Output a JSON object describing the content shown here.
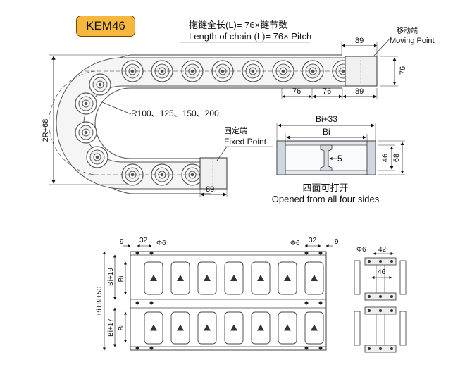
{
  "model": "KEM46",
  "formula_cn": "拖链全长(L)= 76×链节数",
  "formula_en": "Length of chain (L)= 76× Pitch",
  "moving_cn": "移动端",
  "moving_en": "Moving Point",
  "fixed_cn": "固定端",
  "fixed_en": "Fixed Point",
  "radius_label": "R100、125、150、200",
  "height_2r": "2R+68",
  "pitch": "76",
  "end_len": "89",
  "end_height": "76",
  "section": {
    "width_outer": "Bi+33",
    "width_inner": "Bi",
    "gap": "5",
    "inner_h": "46",
    "outer_h": "68"
  },
  "open_cn": "四面可打开",
  "open_en": "Opened from all four sides",
  "bottom": {
    "dim_9": "9",
    "dim_32": "32",
    "phi6": "Φ6",
    "bi_plus19": "Bi+19",
    "bi": "Bi",
    "bi_bi_50": "Bi+Bi+50",
    "bi_plus17": "Bi+17",
    "dim_42": "42",
    "dim_46": "46"
  }
}
